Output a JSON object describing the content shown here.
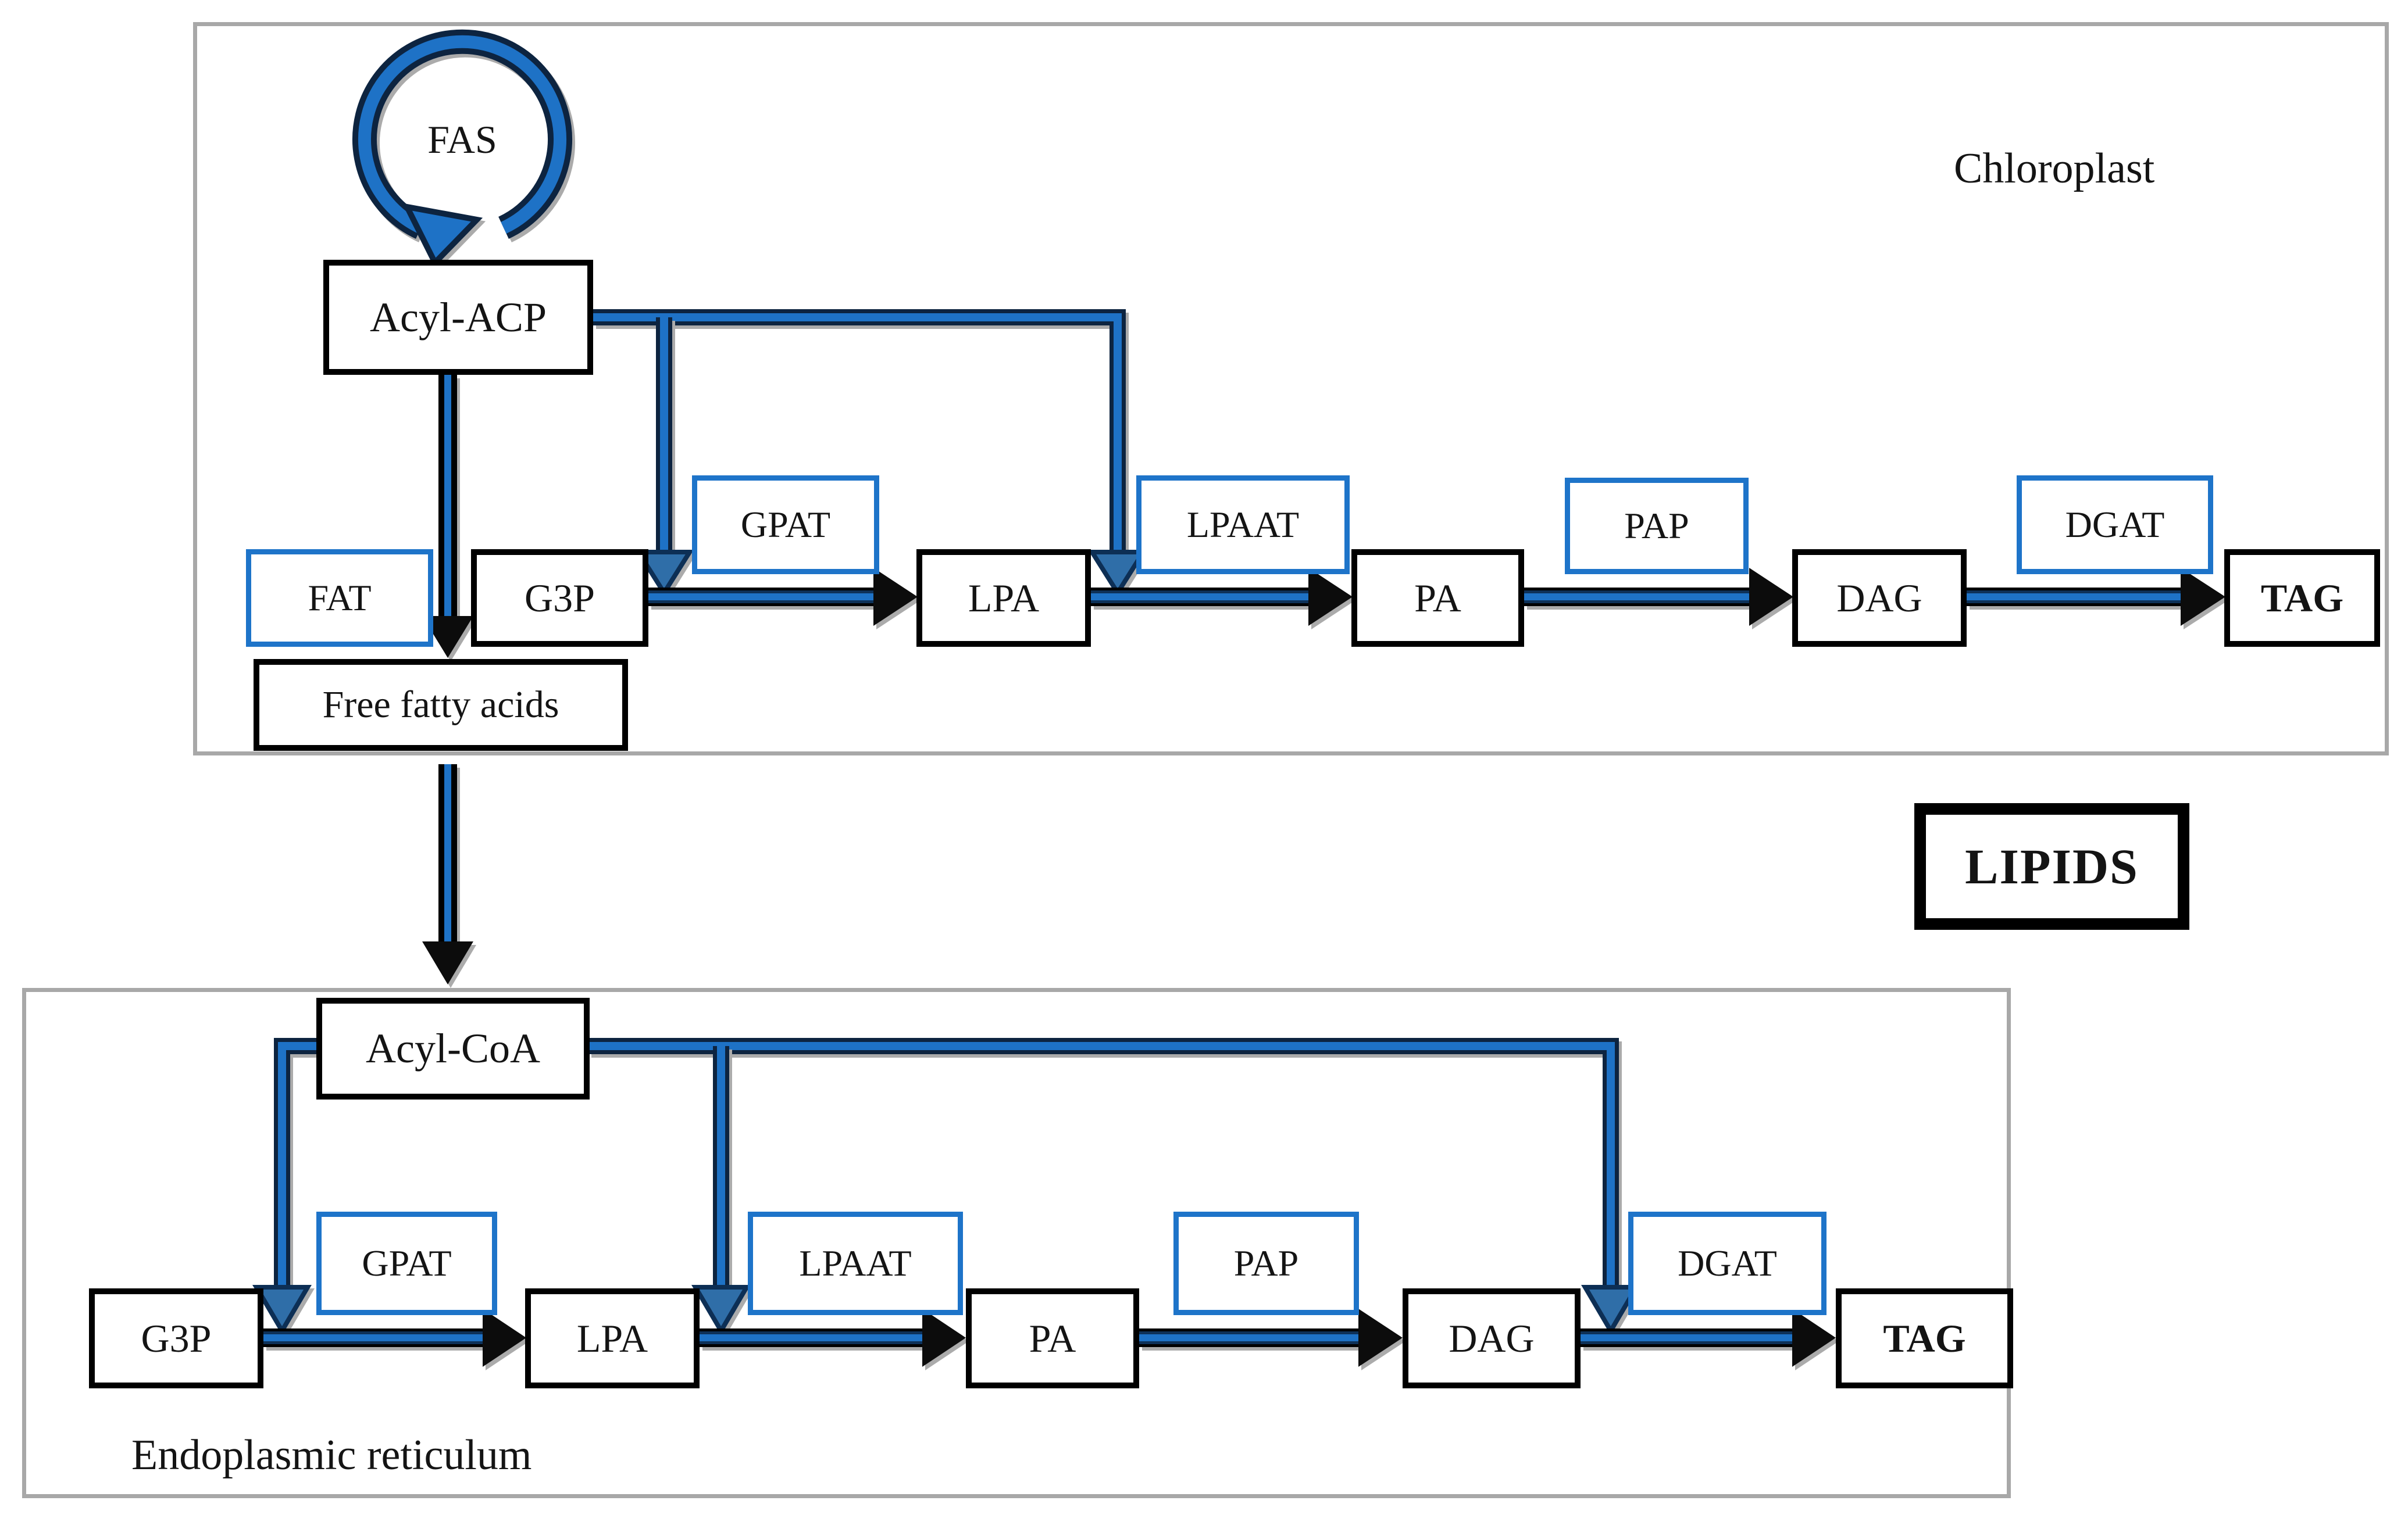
{
  "diagram": {
    "description": "Triacylglycerol (TAG) biosynthesis pathway in chloroplast and endoplasmic reticulum",
    "final_product_label": "LIPIDS"
  },
  "chloroplast": {
    "label": "Chloroplast",
    "fas": "FAS",
    "acyl_acp": "Acyl-ACP",
    "fat": "FAT",
    "ffa": "Free fatty acids",
    "g3p": "G3P",
    "gpat": "GPAT",
    "lpa": "LPA",
    "lpaat": "LPAAT",
    "pa": "PA",
    "pap": "PAP",
    "dag": "DAG",
    "dgat": "DGAT",
    "tag": "TAG",
    "reactions": [
      {
        "from": "FAS",
        "to": "Acyl-ACP",
        "type": "cycle"
      },
      {
        "from": "Acyl-ACP",
        "to": "Free fatty acids",
        "enzyme": "FAT"
      },
      {
        "from": "G3P",
        "to": "LPA",
        "enzyme": "GPAT",
        "acyl_donor": "Acyl-ACP"
      },
      {
        "from": "LPA",
        "to": "PA",
        "enzyme": "LPAAT",
        "acyl_donor": "Acyl-ACP"
      },
      {
        "from": "PA",
        "to": "DAG",
        "enzyme": "PAP"
      },
      {
        "from": "DAG",
        "to": "TAG",
        "enzyme": "DGAT"
      }
    ]
  },
  "transport": {
    "from": "Free fatty acids",
    "to": "Acyl-CoA"
  },
  "lipids_label": "LIPIDS",
  "er": {
    "label": "Endoplasmic reticulum",
    "acyl_coa": "Acyl-CoA",
    "g3p": "G3P",
    "gpat": "GPAT",
    "lpa": "LPA",
    "lpaat": "LPAAT",
    "pa": "PA",
    "pap": "PAP",
    "dag": "DAG",
    "dgat": "DGAT",
    "tag": "TAG",
    "reactions": [
      {
        "from": "G3P",
        "to": "LPA",
        "enzyme": "GPAT",
        "acyl_donor": "Acyl-CoA"
      },
      {
        "from": "LPA",
        "to": "PA",
        "enzyme": "LPAAT",
        "acyl_donor": "Acyl-CoA"
      },
      {
        "from": "PA",
        "to": "DAG",
        "enzyme": "PAP"
      },
      {
        "from": "DAG",
        "to": "TAG",
        "enzyme": "DGAT",
        "acyl_donor": "Acyl-CoA"
      }
    ]
  },
  "colors": {
    "arrow_blue": "#1E72C6",
    "arrow_outline_navy": "#0D2440",
    "arrow_outline_black": "#000000",
    "arrow_shadow_gray": "#ABABAB",
    "enzyme_border_blue": "#1E74C9",
    "metabolite_border": "#000000",
    "region_border_gray": "#A8A8A8",
    "text": "#141414",
    "background": "#FFFFFF"
  }
}
